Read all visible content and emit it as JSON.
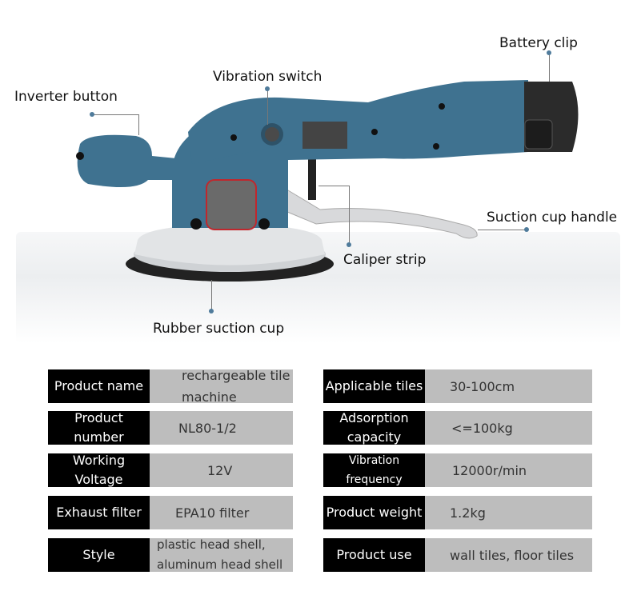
{
  "diagram": {
    "callouts": [
      {
        "id": "battery-clip",
        "label": "Battery clip"
      },
      {
        "id": "vibration-switch",
        "label": "Vibration switch"
      },
      {
        "id": "inverter-button",
        "label": "Inverter button"
      },
      {
        "id": "suction-cup-handle",
        "label": "Suction cup handle"
      },
      {
        "id": "caliper-strip",
        "label": "Caliper strip"
      },
      {
        "id": "rubber-suction-cup",
        "label": "Rubber suction cup"
      }
    ],
    "colors": {
      "body": "#3f7290",
      "handle": "#d8d9db",
      "battery": "#2b2b2b",
      "callout_dot": "#4f7b9b"
    }
  },
  "specs": {
    "left": [
      {
        "key": "Product name",
        "value": "rechargeable tile machine"
      },
      {
        "key": "Product number",
        "value": "NL80-1/2"
      },
      {
        "key": "Working Voltage",
        "value": "12V"
      },
      {
        "key": "Exhaust filter",
        "value": "EPA10 filter"
      },
      {
        "key": "Style",
        "value": "plastic head shell, aluminum head shell"
      }
    ],
    "right": [
      {
        "key": "Applicable tiles",
        "value": "30-100cm"
      },
      {
        "key": "Adsorption capacity",
        "value": "<=100kg"
      },
      {
        "key": "Vibration frequency",
        "value": "12000r/min"
      },
      {
        "key": "Product weight",
        "value": "1.2kg"
      },
      {
        "key": "Product use",
        "value": "wall tiles, floor tiles"
      }
    ]
  }
}
